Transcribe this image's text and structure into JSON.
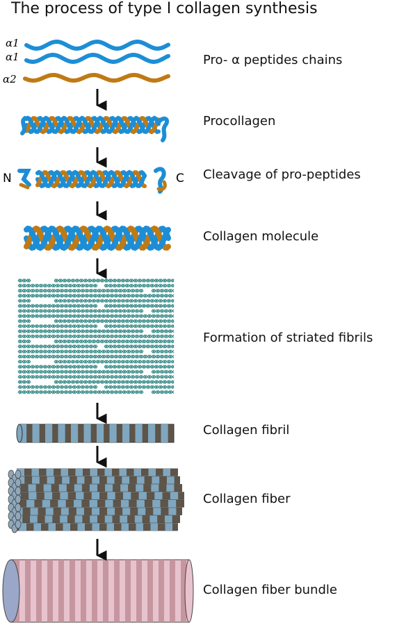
{
  "title": "The process of type I collagen synthesis",
  "chain_labels": [
    "α1",
    "α1",
    "α2"
  ],
  "terminal_labels": {
    "n": "N",
    "c": "C"
  },
  "steps": [
    {
      "label": "Pro- α peptides chains"
    },
    {
      "label": "Procollagen"
    },
    {
      "label": "Cleavage of pro-peptides"
    },
    {
      "label": "Collagen molecule"
    },
    {
      "label": "Formation of striated fibrils"
    },
    {
      "label": "Collagen fibril"
    },
    {
      "label": "Collagen fiber"
    },
    {
      "label": "Collagen fiber bundle"
    }
  ],
  "colors": {
    "alpha1": "#1d8ed6",
    "alpha2": "#c07a14",
    "fibril_strand": "#3f8f8c",
    "band_light": "#7fa7c0",
    "band_dark": "#5e5448",
    "bundle_light": "#e7c3cd",
    "bundle_dark": "#bf8e98",
    "arrow": "#111111"
  }
}
